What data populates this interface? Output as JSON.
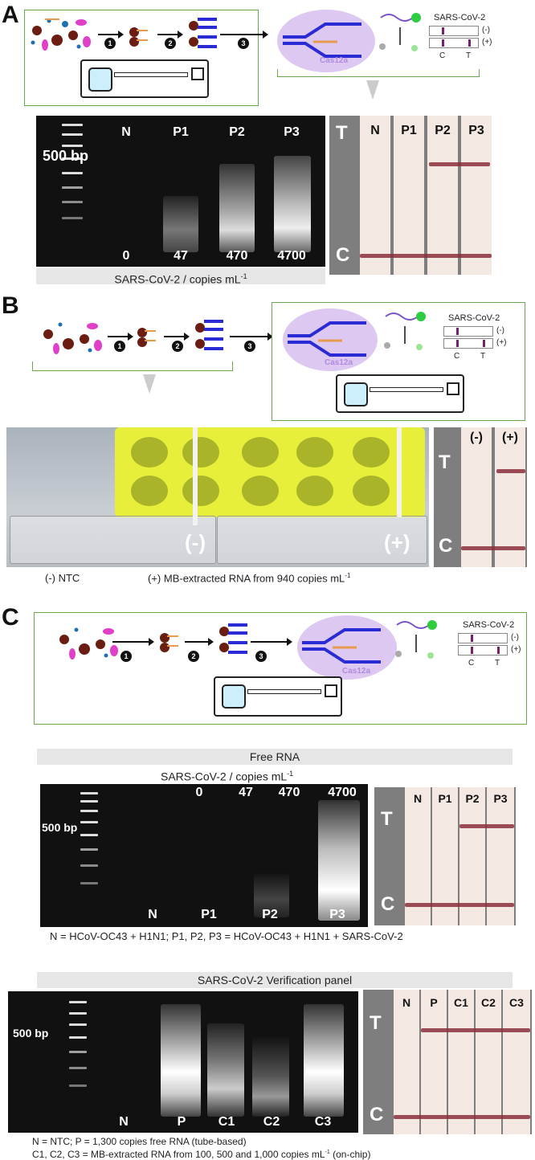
{
  "panels": {
    "a": {
      "letter": "A"
    },
    "b": {
      "letter": "B"
    },
    "c": {
      "letter": "C"
    }
  },
  "scheme": {
    "steps": [
      "1",
      "2",
      "3"
    ],
    "enzyme": "Cas12a",
    "legend_title": "SARS-CoV-2",
    "neg": "(-)",
    "pos": "(+)",
    "c": "C",
    "t": "T"
  },
  "panel_a": {
    "gel": {
      "bp_label": "500 bp",
      "lanes": [
        "N",
        "P1",
        "P2",
        "P3"
      ],
      "copies": [
        "0",
        "47",
        "470",
        "4700"
      ],
      "axis_caption": "SARS-CoV-2 / copies mL",
      "axis_sup": "-1"
    },
    "strip": {
      "t": "T",
      "c": "C",
      "lanes": [
        "N",
        "P1",
        "P2",
        "P3"
      ]
    }
  },
  "panel_b": {
    "chip_labels": [
      "(-)",
      "(+)"
    ],
    "strip": {
      "t": "T",
      "c": "C",
      "lanes": [
        "(-)",
        "(+)"
      ]
    },
    "caption_neg": "(-) NTC",
    "caption_pos": "(+) MB-extracted RNA from 940 copies mL",
    "caption_sup": "-1"
  },
  "panel_c": {
    "free_rna": {
      "header": "Free RNA",
      "axis_caption": "SARS-CoV-2 / copies mL",
      "axis_sup": "-1",
      "copies": [
        "0",
        "47",
        "470",
        "4700"
      ],
      "bp_label": "500 bp",
      "lanes": [
        "N",
        "P1",
        "P2",
        "P3"
      ],
      "strip": {
        "t": "T",
        "c": "C",
        "lanes": [
          "N",
          "P1",
          "P2",
          "P3"
        ]
      },
      "footnote": "N = HCoV-OC43 + H1N1; P1, P2, P3 = HCoV-OC43 + H1N1 + SARS-CoV-2"
    },
    "verification": {
      "header": "SARS-CoV-2 Verification panel",
      "bp_label": "500 bp",
      "lanes": [
        "N",
        "P",
        "C1",
        "C2",
        "C3"
      ],
      "strip": {
        "t": "T",
        "c": "C",
        "lanes": [
          "N",
          "P",
          "C1",
          "C2",
          "C3"
        ]
      },
      "footnote_1": "N = NTC; P = 1,300 copies free RNA (tube-based)",
      "footnote_2a": "C1, C2, C3 = MB-extracted RNA from 100, 500 and 1,000 copies mL",
      "footnote_sup": "-1",
      "footnote_2b": " (on-chip)"
    }
  },
  "colors": {
    "scheme_border": "#6aa84f",
    "band": "#8b2f3b",
    "cas_blob": "#dcc8f0",
    "dna": "#2b2bd6"
  }
}
